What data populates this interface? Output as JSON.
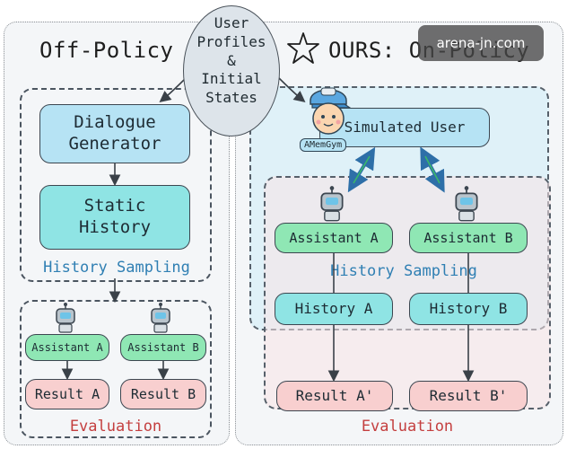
{
  "watermark": "arena-jn.com",
  "off_policy": {
    "title": "Off-Policy",
    "dialogue_generator": "Dialogue\nGenerator",
    "static_history": "Static\nHistory",
    "history_sampling": "History Sampling",
    "assistant_a": "Assistant A",
    "assistant_b": "Assistant B",
    "result_a": "Result A",
    "result_b": "Result B",
    "evaluation": "Evaluation"
  },
  "center": {
    "user_profiles": "User\nProfiles\n&\nInitial\nStates"
  },
  "on_policy": {
    "title": "OURS: On-Policy",
    "simulated_user": "Simulated User",
    "amemgym_badge": "AMemGym",
    "assistant_a": "Assistant A",
    "assistant_b": "Assistant B",
    "history_sampling": "History Sampling",
    "history_a": "History A",
    "history_b": "History B",
    "result_a": "Result A'",
    "result_b": "Result B'",
    "evaluation": "Evaluation"
  },
  "colors": {
    "blue_node": "#b6e3f4",
    "teal_node": "#8fe4e4",
    "green_node": "#8fe7b4",
    "pink_node": "#f8cfcf",
    "accent_blue": "#2f7fb3",
    "accent_red": "#c43f3f"
  }
}
